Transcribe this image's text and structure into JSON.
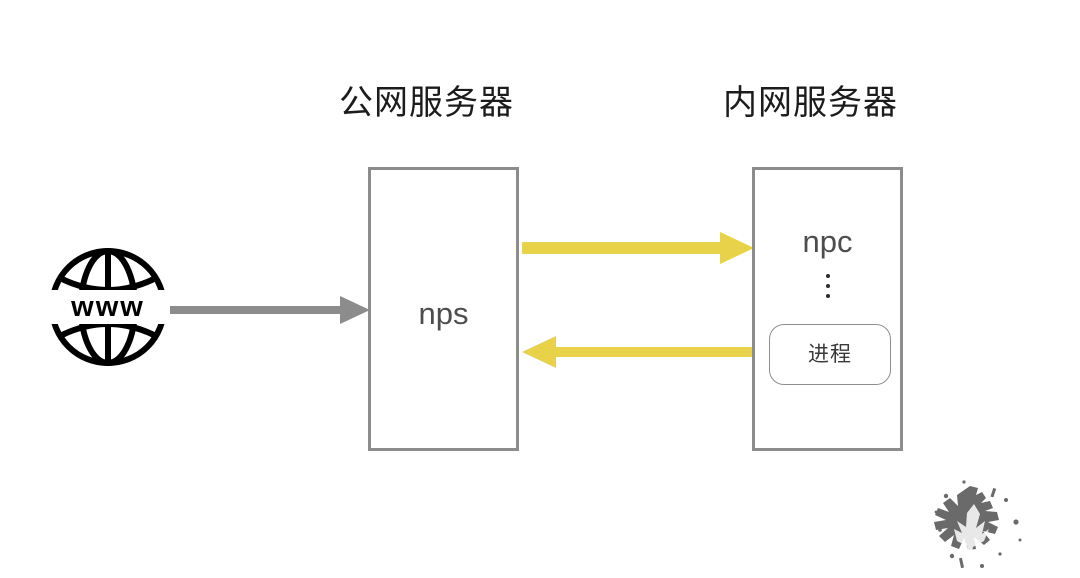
{
  "diagram": {
    "title_public": "公网服务器",
    "title_private": "内网服务器",
    "colors": {
      "box_border": "#8c8c8c",
      "box_label": "#4d4d4d",
      "title": "#1c1c1c",
      "arrow_gray": "#8c8c8c",
      "arrow_yellow": "#E8D24A",
      "background": "#ffffff",
      "process_border": "#8e8e8e"
    },
    "nodes": {
      "internet": {
        "icon": "globe-icon",
        "label": "www"
      },
      "public_server": {
        "label": "nps"
      },
      "private_server": {
        "label": "npc",
        "ellipsis": "⋮",
        "process": {
          "label": "进程"
        }
      }
    },
    "edges": [
      {
        "id": "www-to-nps",
        "from": "www",
        "to": "nps",
        "direction": "right",
        "color": "#8c8c8c"
      },
      {
        "id": "nps-to-npc",
        "from": "nps",
        "to": "npc",
        "direction": "right",
        "color": "#E8D24A"
      },
      {
        "id": "npc-to-nps",
        "from": "npc",
        "to": "nps",
        "direction": "left",
        "color": "#E8D24A"
      }
    ],
    "watermark": {
      "name": "ink-splatter-logo"
    }
  }
}
